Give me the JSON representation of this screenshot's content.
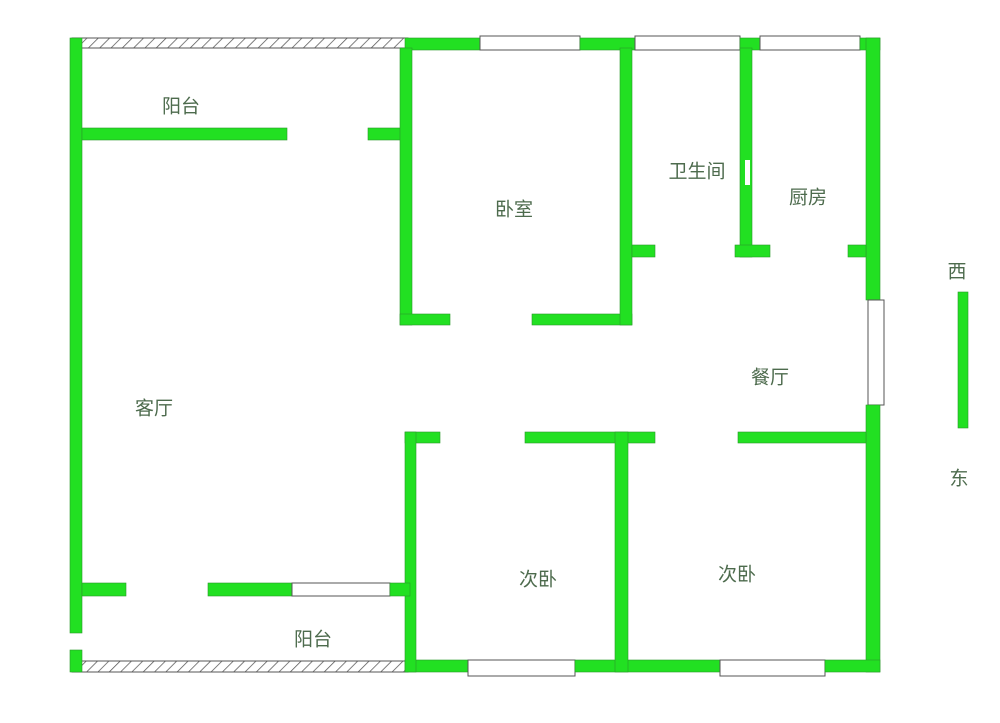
{
  "rooms": {
    "balcony_top": "阳台",
    "bedroom": "卧室",
    "bathroom": "卫生间",
    "kitchen": "厨房",
    "dining": "餐厅",
    "living": "客厅",
    "second_bedroom_1": "次卧",
    "second_bedroom_2": "次卧",
    "balcony_bottom": "阳台"
  },
  "compass": {
    "west": "西",
    "east": "东"
  },
  "colors": {
    "wall": "#22e022",
    "label": "#4d6b4d"
  }
}
